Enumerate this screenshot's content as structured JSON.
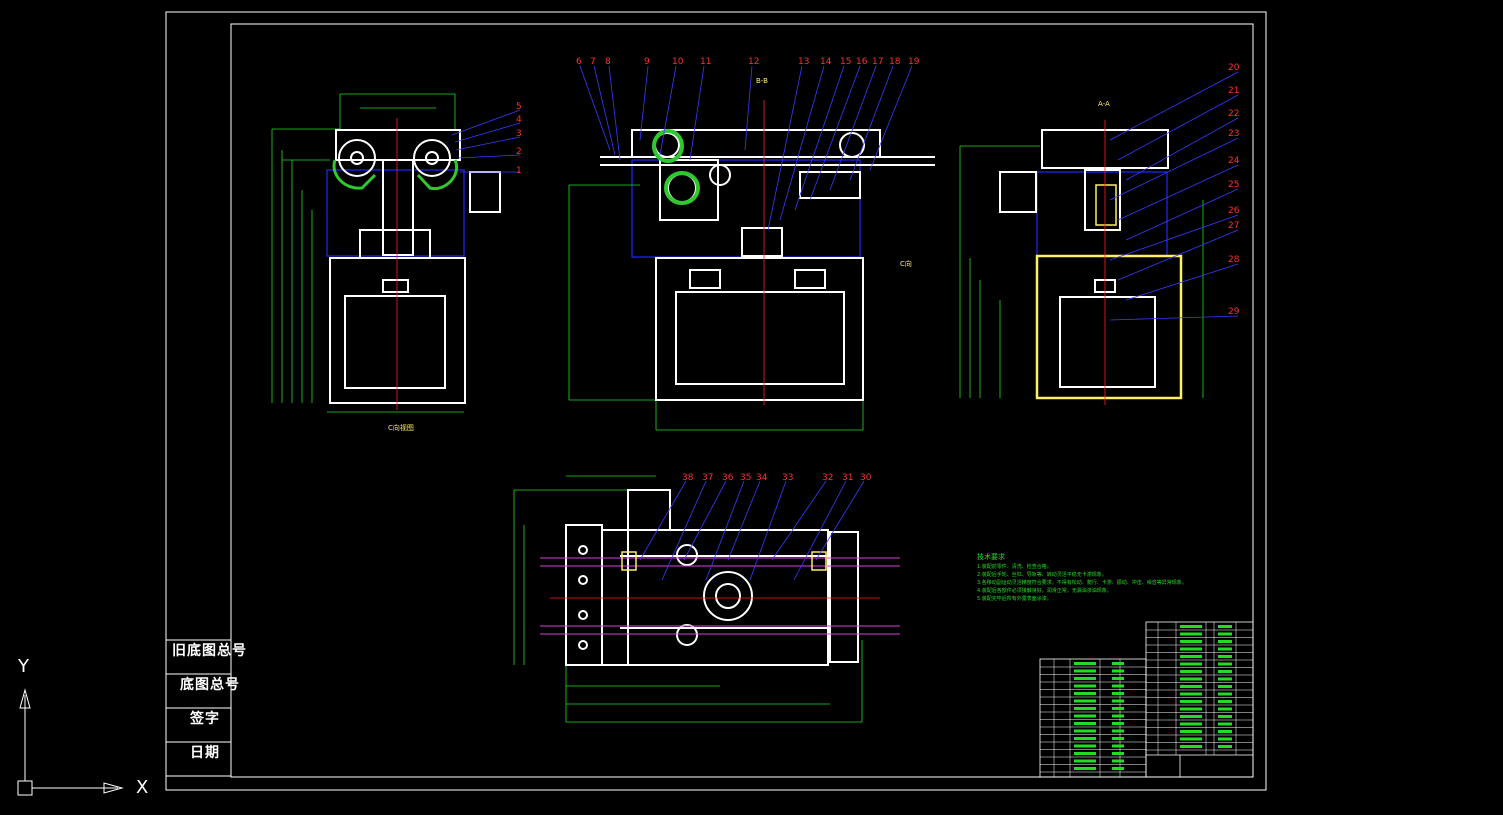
{
  "sidebar": {
    "cells": [
      {
        "label": "旧底图总号"
      },
      {
        "label": "底图总号"
      },
      {
        "label": "签字"
      },
      {
        "label": "日期"
      }
    ]
  },
  "ucs": {
    "x_label": "X",
    "y_label": "Y"
  },
  "views": {
    "left_caption": "C向视图",
    "top_section_label": "B-B",
    "right_section_label": "A-A",
    "c_arrow_label": "C向"
  },
  "callouts_top": [
    "6",
    "7",
    "8",
    "9",
    "10",
    "11",
    "12",
    "13",
    "14",
    "15",
    "16",
    "17",
    "18",
    "19"
  ],
  "callouts_right_view": [
    "20",
    "21",
    "22",
    "23",
    "24",
    "25",
    "26",
    "27",
    "28",
    "29"
  ],
  "callouts_left_view": [
    "5",
    "4",
    "3",
    "2",
    "1"
  ],
  "callouts_bottom": [
    "38",
    "37",
    "36",
    "35",
    "34",
    "33",
    "32",
    "31",
    "30"
  ],
  "notes": {
    "title": "技术要求",
    "lines": [
      "1.装配前零件、清洗、检查合格。",
      "2.装配后手轮、丝杠、导轨等、转动灵活平稳无卡滞现象。",
      "3.各移动副运动灵活精度符合要求，不得有松动、爬行、卡滞、振动、冲击、噪音等异常现象。",
      "4.装配后各部件必须接触良好，润滑正常，无漏油渗油现象。",
      "5.装配完毕后所有外露表面涂漆。"
    ]
  },
  "colors": {
    "frame": "#ffffff",
    "object": "#ffffff",
    "hidden": "#1e28ff",
    "centerline": "#ff2020",
    "dimension": "#22dd22",
    "leader": "#3a3aff",
    "callout_text": "#ff3030",
    "highlight": "#2ec92e",
    "accent_yellow": "#ffee66",
    "magenta": "#e040e0"
  }
}
